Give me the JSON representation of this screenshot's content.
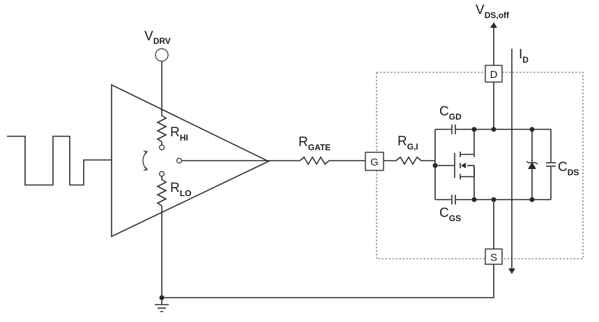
{
  "labels": {
    "vdrv": {
      "main": "V",
      "sub": "DRV"
    },
    "vds_off": {
      "main": "V",
      "sub": "DS,off"
    },
    "id": {
      "main": "I",
      "sub": "D"
    },
    "rhi": {
      "main": "R",
      "sub": "HI"
    },
    "rlo": {
      "main": "R",
      "sub": "LO"
    },
    "rgate": {
      "main": "R",
      "sub": "GATE"
    },
    "rgi": {
      "main": "R",
      "sub": "G,I"
    },
    "cgd": {
      "main": "C",
      "sub": "GD"
    },
    "cgs": {
      "main": "C",
      "sub": "GS"
    },
    "cds": {
      "main": "C",
      "sub": "DS"
    }
  },
  "pins": {
    "gate": "G",
    "drain": "D",
    "source": "S"
  }
}
